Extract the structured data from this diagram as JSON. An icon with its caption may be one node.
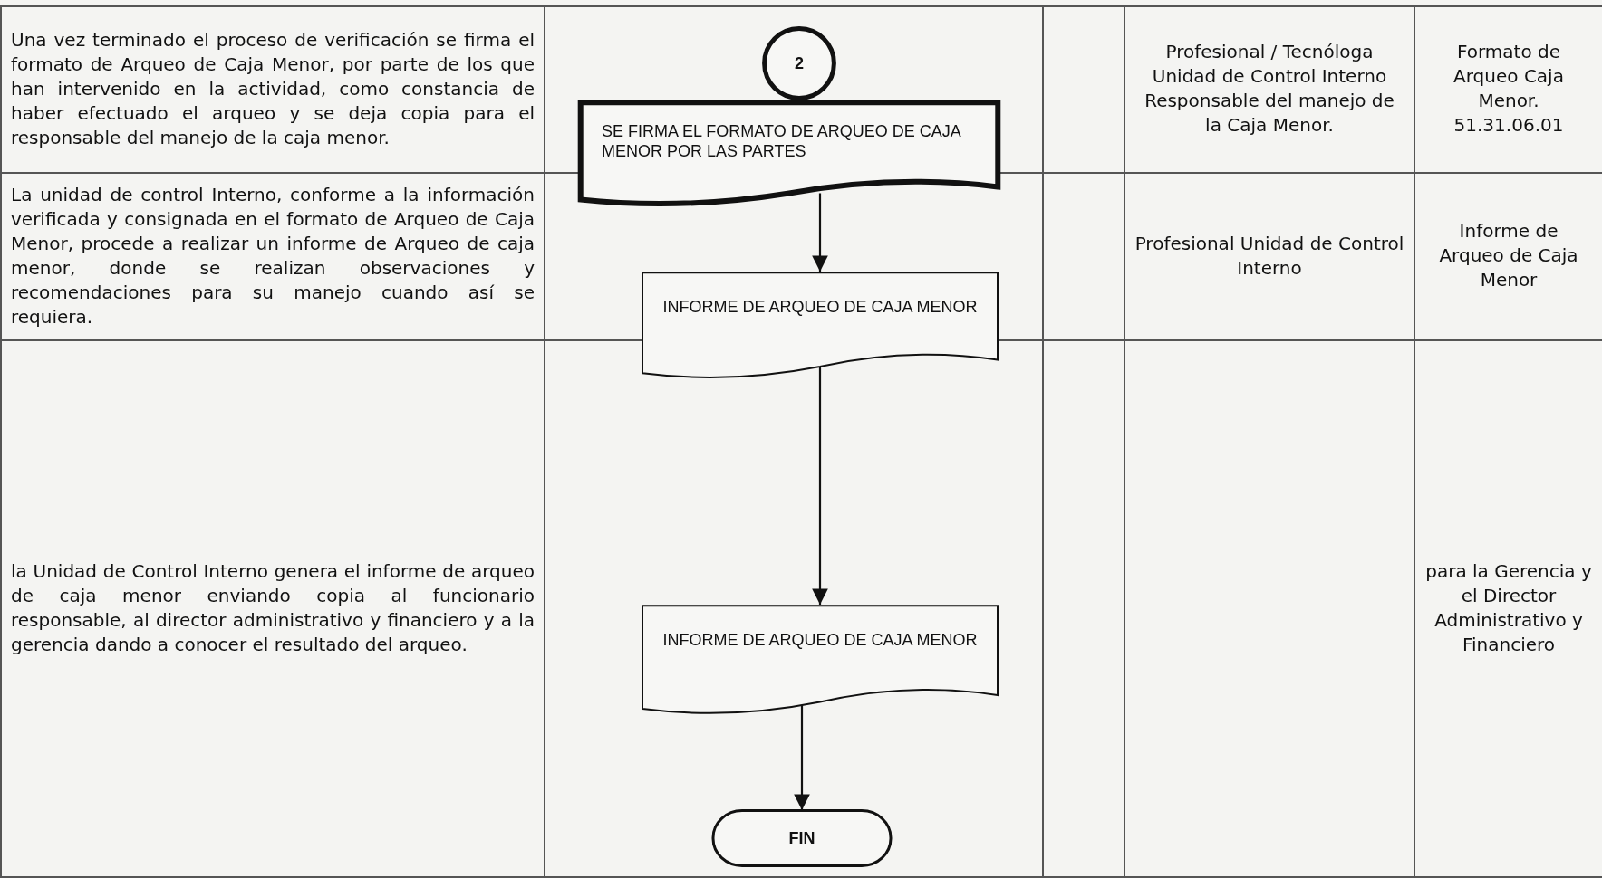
{
  "diagram": {
    "nodes": [
      {
        "text": [
          "2"
        ]
      },
      {
        "text": [
          "SE FIRMA EL FORMATO DE ARQUEO DE CAJA MENOR POR LAS PARTES"
        ]
      },
      {
        "text": [
          "INFORME DE ARQUEO DE CAJA MENOR"
        ]
      },
      {
        "text": [
          "INFORME DE ARQUEO DE CAJA MENOR"
        ]
      },
      {
        "text": [
          "FIN"
        ]
      }
    ],
    "edges": [
      {
        "from": 1,
        "to": 2,
        "arrow": "to"
      },
      {
        "from": 2,
        "to": 3,
        "arrow": "to"
      },
      {
        "from": 3,
        "to": 4,
        "arrow": "to"
      }
    ],
    "labels": [
      "Una vez terminado el proceso de verificación se firma el formato de Arqueo de Caja Menor, por parte de los que han intervenido en la actividad, como constancia de haber efectuado el arqueo y se deja copia para el responsable del manejo de la caja menor.",
      "Profesional / Tecnóloga Unidad de Control Interno Responsable del manejo de la Caja Menor.",
      "Formato de Arqueo Caja Menor. 51.31.06.01",
      "La unidad de control Interno, conforme a la información verificada y consignada en el formato de Arqueo de Caja Menor, procede a realizar un informe de Arqueo de caja menor, donde se realizan observaciones y recomendaciones para su manejo cuando así se requiera.",
      "Profesional Unidad de Control Interno",
      "Informe de Arqueo de Caja Menor",
      "la Unidad de Control Interno genera el informe de arqueo de caja menor enviando copia al funcionario responsable, al director administrativo y financiero y a la gerencia dando a conocer el resultado del arqueo.",
      "para la Gerencia y el Director Administrativo y Financiero"
    ]
  }
}
